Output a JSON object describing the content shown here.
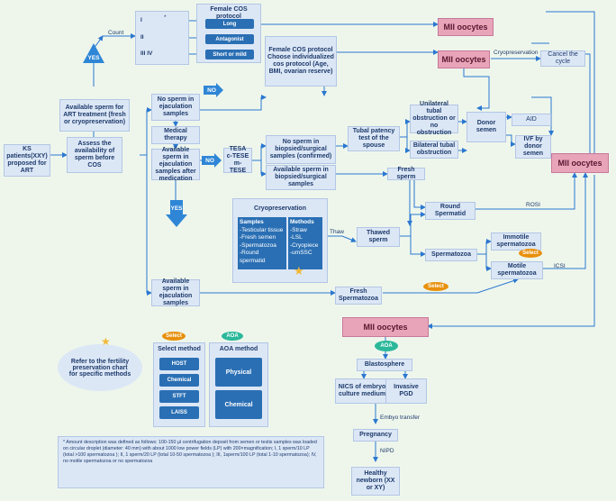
{
  "nodes": {
    "ks_patients": "KS patients(XXY) proposed for ART",
    "assess": "Assess the availability of sperm before COS",
    "available_sperm_art": "Available sperm for ART treatment (fresh or cryopreservation)",
    "no_sperm_ejac": "No sperm in ejaculation samples",
    "medical_therapy": "Medical therapy",
    "available_after_med": "Available sperm in ejaculation samples after medication",
    "tese": "TESA c-TESE m-TESE",
    "female_cos_top": "Female COS protocol",
    "cos_row1_num": "I",
    "cos_row2_num": "II",
    "cos_row3_num": "III  IV",
    "cos_long": "Long",
    "cos_antagonist": "Antagonist",
    "cos_short": "Short or mild",
    "female_cos_choose": "Female COS protocol Choose individualized cos protocol (Age, BMI, ovarian reserve)",
    "mii1": "MII oocytes",
    "mii2": "MII oocytes",
    "mii3": "MII oocytes",
    "mii4": "MII oocytes",
    "cancel_cycle": "Cancel the cycle",
    "no_sperm_biopsied": "No sperm in biopsied/surgical samples (confirmed)",
    "tubal_test": "Tubal patency test of the spouse",
    "unilateral": "Unilateral tubal obstruction or no obstruction",
    "bilateral": "Bilateral tubal obstruction",
    "donor_semen": "Donor semen",
    "aid": "AID",
    "ivf_donor": "IVF by donor semen",
    "available_biopsied": "Available sperm in biopsied/surgical samples",
    "fresh_sperm": "Fresh sperm",
    "round_spermatid": "Round Spermatid",
    "thawed_sperm": "Thawed sperm",
    "spermatozoa": "Spermatozoa",
    "immotile": "Immotile spermatozoa",
    "motile": "Motile spermatozoa",
    "available_ejac": "Available sperm in ejaculation samples",
    "fresh_spermatozoa": "Fresh Spermatozoa",
    "blastosphere": "Blastosphere",
    "nics": "NICS of embryo culture medium",
    "invasive_pgd": "Invasive PGD",
    "pregnancy": "Pregnancy",
    "healthy_newborn": "Healthy newborn (XX or XY)",
    "refer": "Refer to the fertility preservation chart for specific methods"
  },
  "labels": {
    "count": "Count",
    "star_mark": "*",
    "yes1": "YES",
    "yes2": "YES",
    "no1": "NO",
    "no2": "NO",
    "cryopreservation_arrow": "Cryopreservation",
    "thaw": "Thaw",
    "rosi": "ROSI",
    "icsi": "ICSI",
    "embryo_transfer": "Embyo  transfer",
    "nipd": "NIPD"
  },
  "cryo": {
    "title": "Cryopreservation",
    "samples_title": "Samples",
    "samples": [
      "-Testicular tissue",
      "-Fresh semen",
      "-Spermatozoa",
      "-Round spermatid"
    ],
    "methods_title": "Methods",
    "methods": [
      "-Straw",
      "-LSL",
      "-Cryopiece",
      "-umSSC"
    ]
  },
  "badges": {
    "select": "Select",
    "aoa": "AOA"
  },
  "select_method": {
    "title": "Select method",
    "items": [
      "HOST",
      "Chemical",
      "STFT",
      "LAISS"
    ]
  },
  "aoa_method": {
    "title": "AOA method",
    "items": [
      "Physical",
      "Chemical"
    ]
  },
  "footnote": "* Amount description was defined as follows: 100-150 µl centrifugation deposit from semen or testis samples was loaded on circular droplet (diameter: 40 mm) with about 1000 low power fields (LP) with 200×magnification;   I, 1 sperm/10 LP (total >100 spermatozoa ); II, 1 sperm/20 LP (total 10-50 spermatozoa ); III, 1sperm/100 LP (total 1-10 spermatozoa); IV, no motile spermatozoa or no spermatozoa",
  "colors": {
    "background": "#eef6ec",
    "box": "#dce7f6",
    "line": "#2b78d0",
    "mii": "#e8a5b9",
    "select": "#e8900c",
    "aoa": "#2bb89a",
    "dark_box": "#2a6fb4"
  }
}
